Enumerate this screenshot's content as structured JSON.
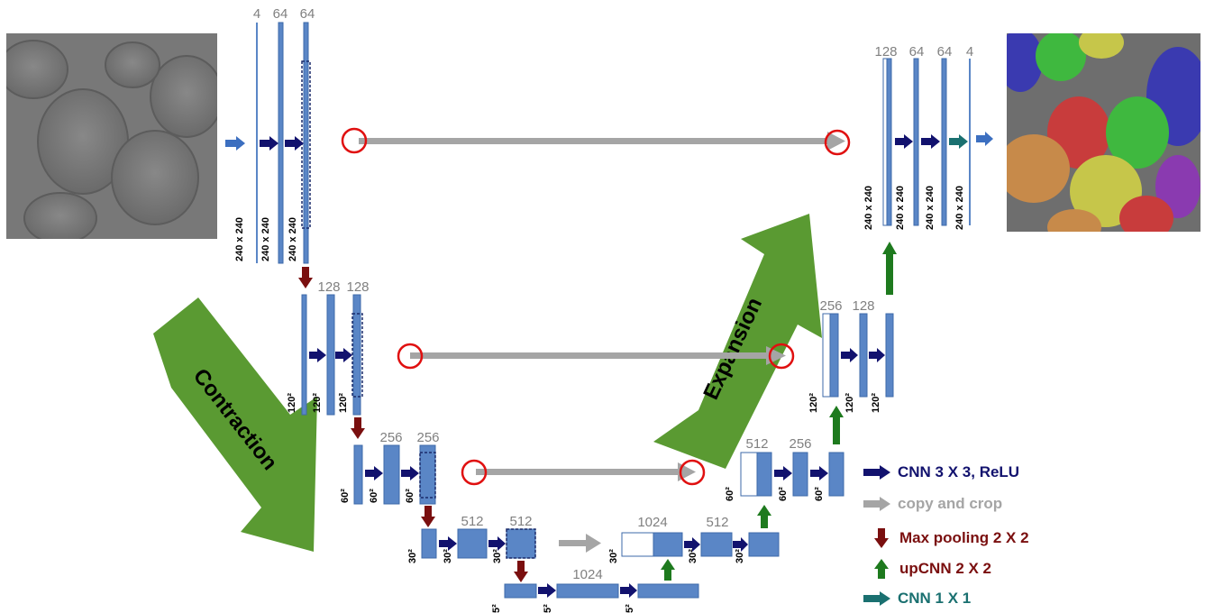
{
  "colors": {
    "block": "#5a86c6",
    "block_stroke": "#3d6aa9",
    "cnn_arrow": "#12126e",
    "copy_arrow": "#a5a5a5",
    "pool_arrow": "#7a0f0f",
    "up_arrow": "#1e7a1e",
    "cnn1_arrow": "#1a7070",
    "flow_arrow": "#5a9a32",
    "circle": "#e01010",
    "io_arrow": "#3c6fc0"
  },
  "images": {
    "input": "input-cell-microscopy-image",
    "output": "output-segmentation-image"
  },
  "level0": {
    "ch_a": "4",
    "ch_b": "64",
    "ch_c": "64",
    "size_a": "240 x 240",
    "size_b": "240 x 240",
    "size_c": "240 x 240"
  },
  "level1": {
    "ch_b": "128",
    "ch_c": "128",
    "size_a": "120²",
    "size_b": "120²",
    "size_c": "120²"
  },
  "level2": {
    "ch_b": "256",
    "ch_c": "256",
    "size_a": "60²",
    "size_b": "60²",
    "size_c": "60²"
  },
  "level3": {
    "ch_b": "512",
    "ch_c": "512",
    "size_a": "30²",
    "size_b": "30²",
    "size_c": "30²"
  },
  "bottom": {
    "ch": "1024",
    "size_a": "5²",
    "size_b": "5²",
    "size_c": "5²"
  },
  "up3": {
    "ch_a": "1024",
    "ch_b": "512",
    "size_a": "30²",
    "size_b": "30²",
    "size_c": "30²"
  },
  "up2": {
    "ch_a": "512",
    "ch_b": "256",
    "size_a": "60²",
    "size_b": "60²",
    "size_c": "60²"
  },
  "up1": {
    "ch_a": "256",
    "ch_b": "128",
    "size_a": "120²",
    "size_b": "120²",
    "size_c": "120²"
  },
  "up0": {
    "ch_a": "128",
    "ch_b": "64",
    "ch_c": "64",
    "ch_d": "4",
    "size_a": "240 x 240",
    "size_b": "240 x 240",
    "size_c": "240 x 240",
    "size_d": "240 x 240"
  },
  "flow": {
    "contraction": "Contraction",
    "expansion": "Expansion"
  },
  "legend": {
    "cnn": "CNN 3 X 3,  ReLU",
    "copy": "copy and crop",
    "pool": "Max pooling 2 X 2",
    "up": "upCNN 2 X 2",
    "cnn1": "CNN 1 X 1"
  }
}
